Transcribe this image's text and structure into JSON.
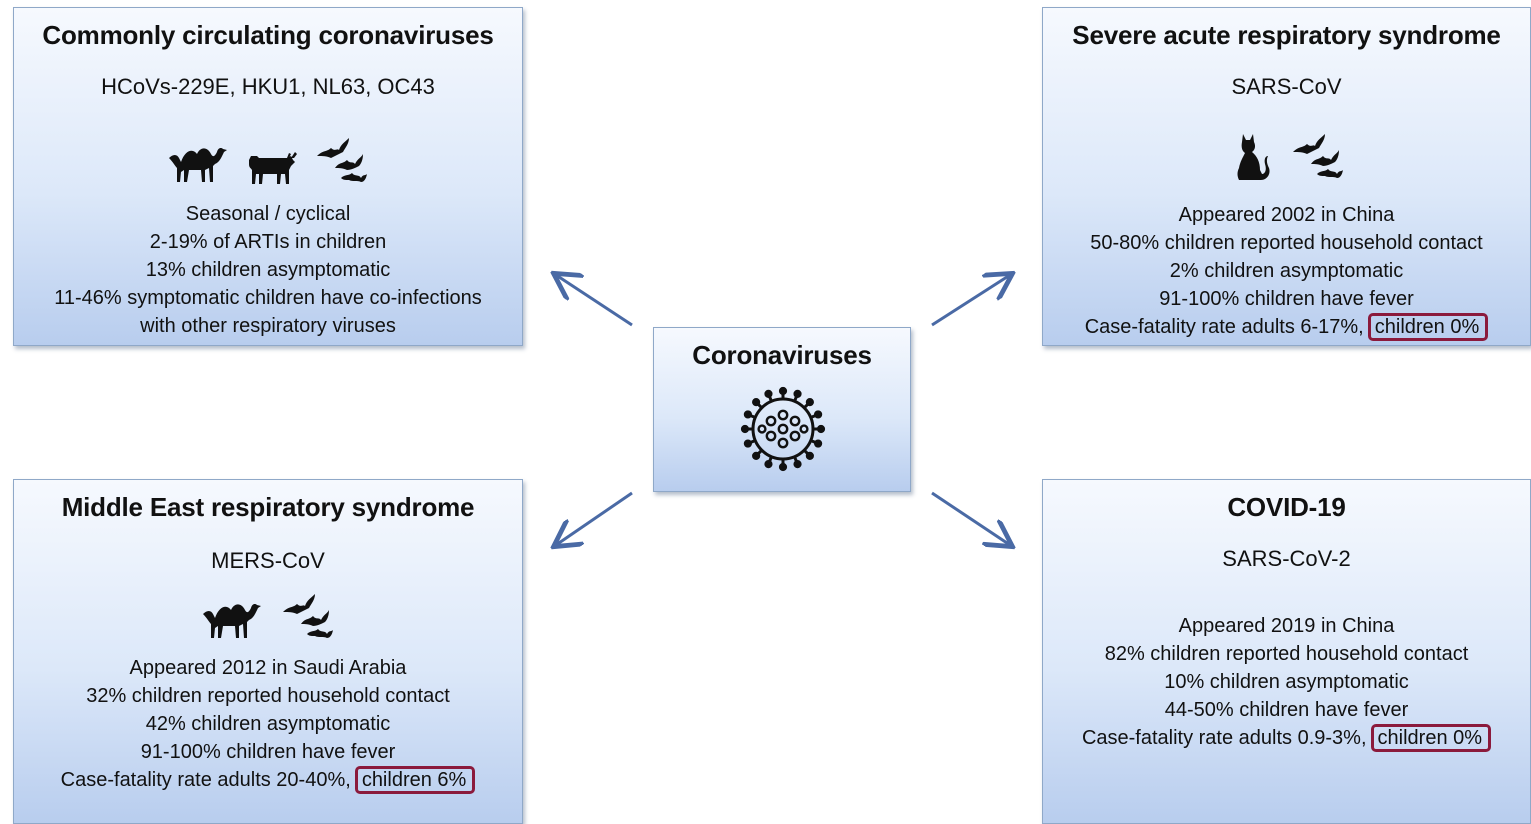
{
  "center": {
    "title": "Coronaviruses",
    "icon": "virus-icon"
  },
  "boxes": {
    "common": {
      "title": "Commonly circulating coronaviruses",
      "subtitle": "HCoVs-229E, HKU1, NL63, OC43",
      "icons": [
        "camel-icon",
        "cow-icon",
        "bats-icon"
      ],
      "lines": [
        "Seasonal / cyclical",
        "2-19% of ARTIs in children",
        "13% children asymptomatic",
        "11-46% symptomatic children have co-infections",
        "with other respiratory viruses"
      ]
    },
    "sars": {
      "title": "Severe acute respiratory syndrome",
      "subtitle": "SARS-CoV",
      "icons": [
        "cat-icon",
        "bats-icon"
      ],
      "lines": [
        "Appeared 2002 in China",
        "50-80% children reported household contact",
        "2% children asymptomatic",
        "91-100% children have fever"
      ],
      "fatality_adults": "Case-fatality rate adults 6-17%,",
      "fatality_children": "children 0%"
    },
    "mers": {
      "title": "Middle East respiratory syndrome",
      "subtitle": "MERS-CoV",
      "icons": [
        "camel-icon",
        "bats-icon"
      ],
      "lines": [
        "Appeared 2012 in Saudi Arabia",
        "32% children reported household contact",
        "42% children asymptomatic",
        "91-100% children have fever"
      ],
      "fatality_adults": "Case-fatality rate adults 20-40%,",
      "fatality_children": "children 6%"
    },
    "covid": {
      "title": "COVID-19",
      "subtitle": "SARS-CoV-2",
      "lines": [
        "Appeared 2019 in China",
        "82% children reported household contact",
        "10% children asymptomatic",
        "44-50% children have fever"
      ],
      "fatality_adults": "Case-fatality rate adults 0.9-3%,",
      "fatality_children": "children 0%"
    }
  },
  "colors": {
    "arrow": "#4a6aa5",
    "highlight_border": "#8b1a3c",
    "box_border": "#8fa8c8"
  }
}
